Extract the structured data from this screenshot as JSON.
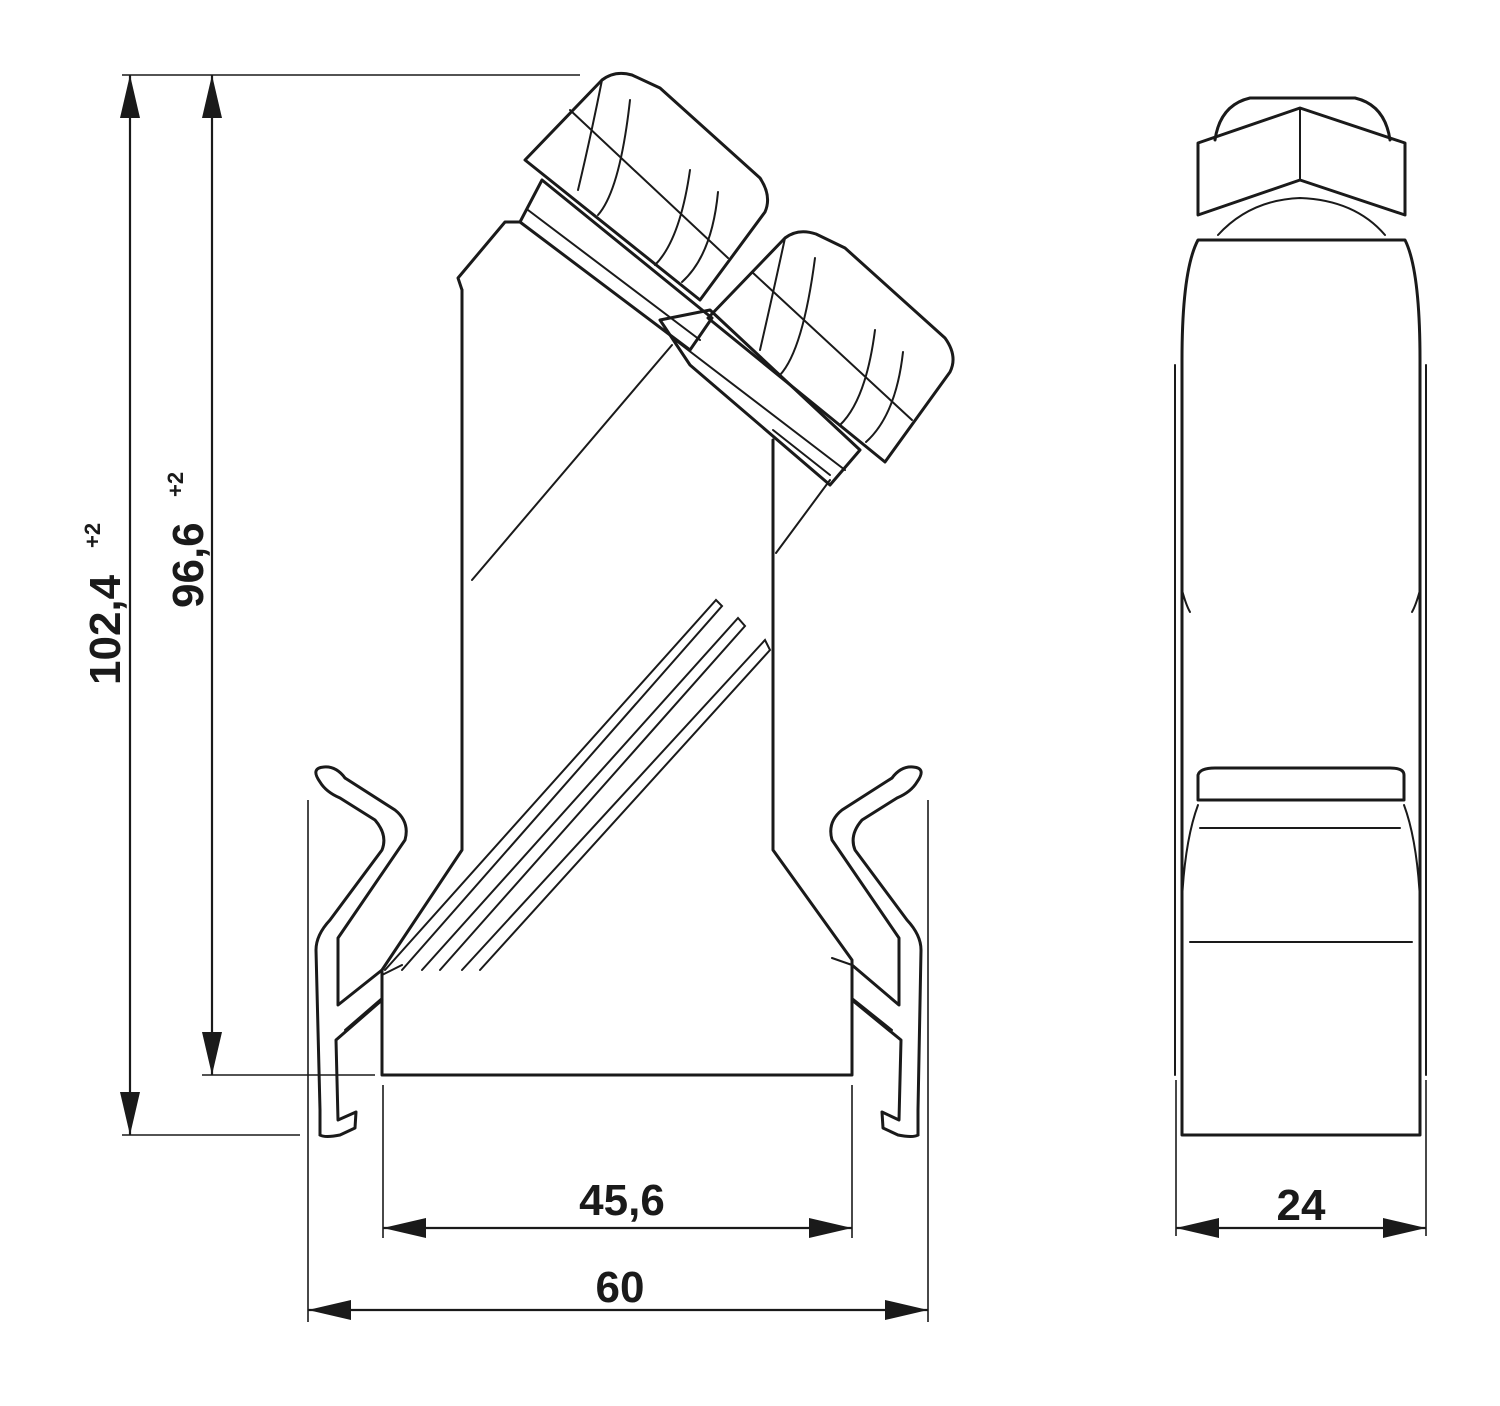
{
  "dimensions": {
    "overall_height": {
      "value": "102,4",
      "tolerance": "+2"
    },
    "body_height": {
      "value": "96,6",
      "tolerance": "+2"
    },
    "inner_width": {
      "value": "45,6"
    },
    "outer_width": {
      "value": "60"
    },
    "side_depth": {
      "value": "24"
    }
  }
}
